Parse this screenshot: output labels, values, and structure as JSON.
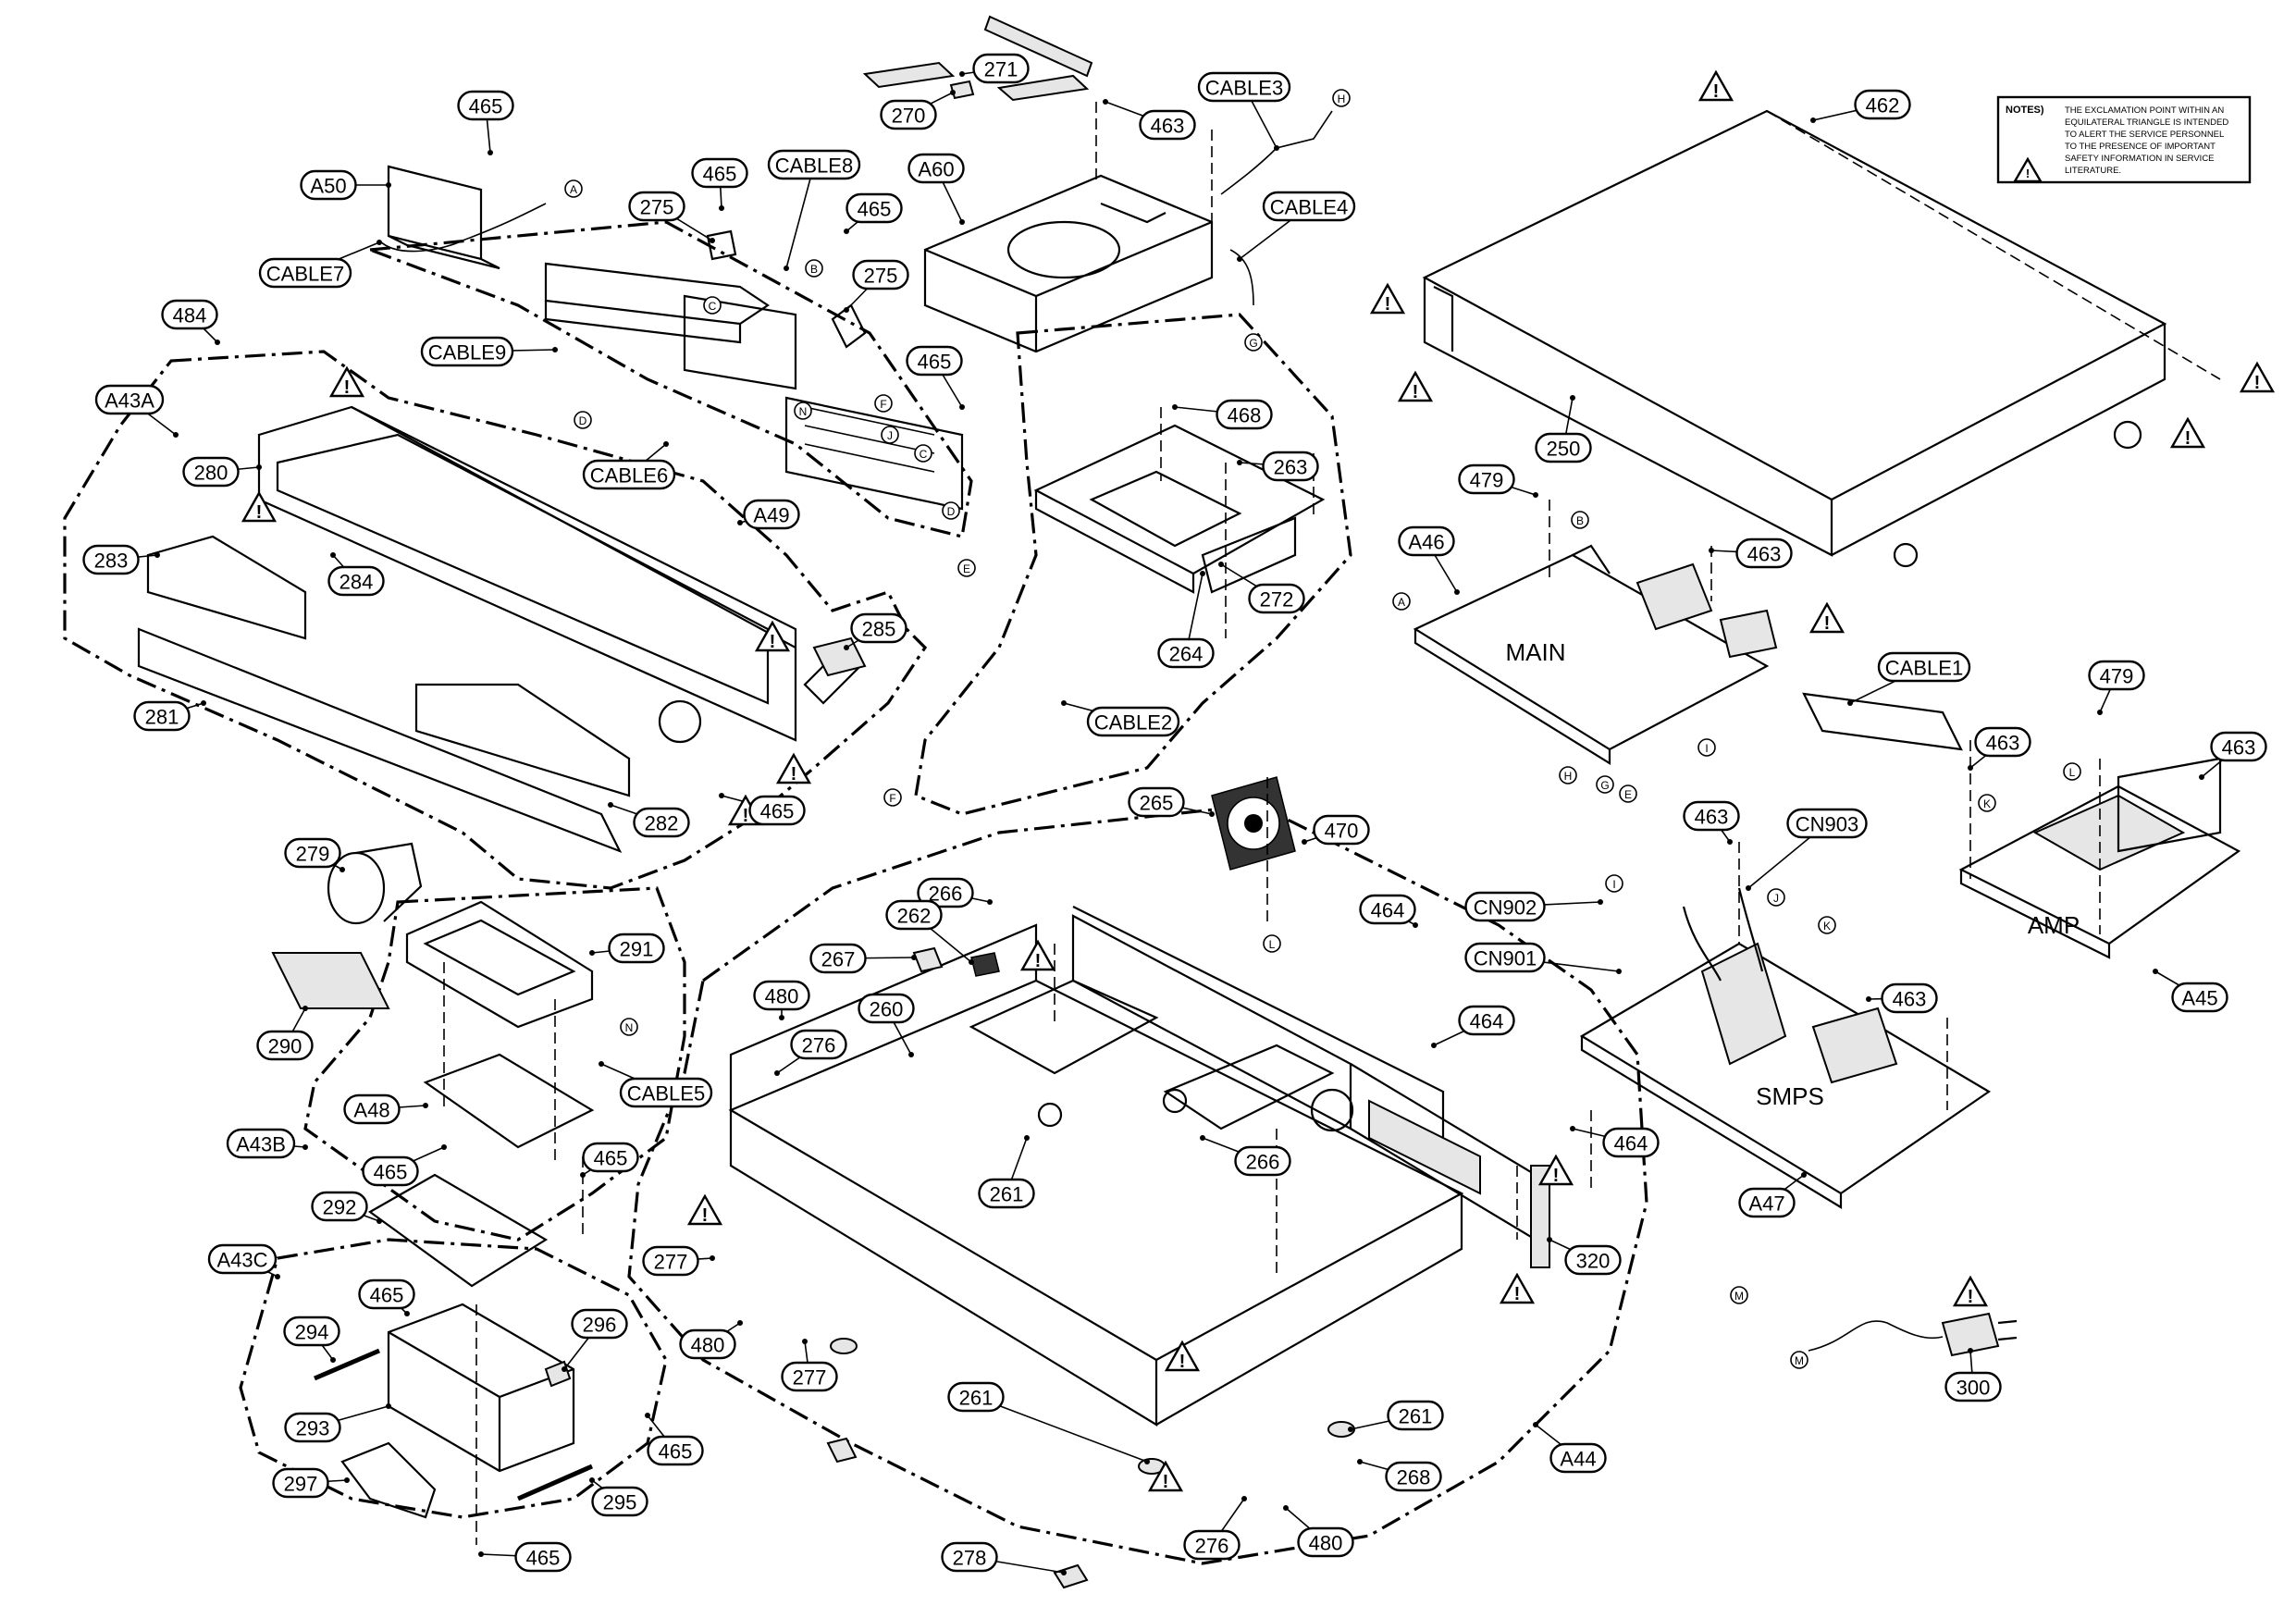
{
  "labels": [
    {
      "id": "465",
      "text": "465"
    },
    {
      "id": "A50",
      "text": "A50"
    },
    {
      "id": "CABLE7",
      "text": "CABLE7"
    },
    {
      "id": "275",
      "text": "275"
    },
    {
      "id": "CABLE8",
      "text": "CABLE8"
    },
    {
      "id": "271",
      "text": "271"
    },
    {
      "id": "270",
      "text": "270"
    },
    {
      "id": "463",
      "text": "463"
    },
    {
      "id": "CABLE3",
      "text": "CABLE3"
    },
    {
      "id": "A60",
      "text": "A60"
    },
    {
      "id": "CABLE4",
      "text": "CABLE4"
    },
    {
      "id": "462",
      "text": "462"
    },
    {
      "id": "484",
      "text": "484"
    },
    {
      "id": "CABLE9",
      "text": "CABLE9"
    },
    {
      "id": "A43A",
      "text": "A43A"
    },
    {
      "id": "CABLE6",
      "text": "CABLE6"
    },
    {
      "id": "280",
      "text": "280"
    },
    {
      "id": "A49",
      "text": "A49"
    },
    {
      "id": "468",
      "text": "468"
    },
    {
      "id": "263",
      "text": "263"
    },
    {
      "id": "250",
      "text": "250"
    },
    {
      "id": "479",
      "text": "479"
    },
    {
      "id": "A46",
      "text": "A46"
    },
    {
      "id": "283",
      "text": "283"
    },
    {
      "id": "284",
      "text": "284"
    },
    {
      "id": "272",
      "text": "272"
    },
    {
      "id": "285",
      "text": "285"
    },
    {
      "id": "264",
      "text": "264"
    },
    {
      "id": "281",
      "text": "281"
    },
    {
      "id": "CABLE2",
      "text": "CABLE2"
    },
    {
      "id": "CABLE1",
      "text": "CABLE1"
    },
    {
      "id": "282",
      "text": "282"
    },
    {
      "id": "265",
      "text": "265"
    },
    {
      "id": "CN903",
      "text": "CN903"
    },
    {
      "id": "470",
      "text": "470"
    },
    {
      "id": "279",
      "text": "279"
    },
    {
      "id": "266",
      "text": "266"
    },
    {
      "id": "CN902",
      "text": "CN902"
    },
    {
      "id": "464",
      "text": "464"
    },
    {
      "id": "262",
      "text": "262"
    },
    {
      "id": "291",
      "text": "291"
    },
    {
      "id": "267",
      "text": "267"
    },
    {
      "id": "CN901",
      "text": "CN901"
    },
    {
      "id": "A45",
      "text": "A45"
    },
    {
      "id": "290",
      "text": "290"
    },
    {
      "id": "480",
      "text": "480"
    },
    {
      "id": "260",
      "text": "260"
    },
    {
      "id": "276",
      "text": "276"
    },
    {
      "id": "CABLE5",
      "text": "CABLE5"
    },
    {
      "id": "A48",
      "text": "A48"
    },
    {
      "id": "A43B",
      "text": "A43B"
    },
    {
      "id": "261",
      "text": "261"
    },
    {
      "id": "A47",
      "text": "A47"
    },
    {
      "id": "292",
      "text": "292"
    },
    {
      "id": "277",
      "text": "277"
    },
    {
      "id": "320",
      "text": "320"
    },
    {
      "id": "A43C",
      "text": "A43C"
    },
    {
      "id": "296",
      "text": "296"
    },
    {
      "id": "294",
      "text": "294"
    },
    {
      "id": "293",
      "text": "293"
    },
    {
      "id": "297",
      "text": "297"
    },
    {
      "id": "295",
      "text": "295"
    },
    {
      "id": "268",
      "text": "268"
    },
    {
      "id": "A44",
      "text": "A44"
    },
    {
      "id": "300",
      "text": "300"
    },
    {
      "id": "278",
      "text": "278"
    }
  ],
  "board_names": {
    "main": "MAIN",
    "amp": "AMP",
    "smps": "SMPS"
  },
  "connector_letters": [
    "A",
    "B",
    "C",
    "D",
    "E",
    "F",
    "G",
    "H",
    "I",
    "J",
    "K",
    "L",
    "M",
    "N"
  ],
  "notes": {
    "title": "NOTES)",
    "lines": [
      "THE EXCLAMATION POINT WITHIN AN",
      "EQUILATERAL TRIANGLE IS INTENDED",
      "TO ALERT THE SERVICE PERSONNEL",
      "TO THE PRESENCE OF IMPORTANT",
      "SAFETY INFORMATION IN SERVICE",
      "LITERATURE."
    ]
  },
  "warning_symbol": "!"
}
